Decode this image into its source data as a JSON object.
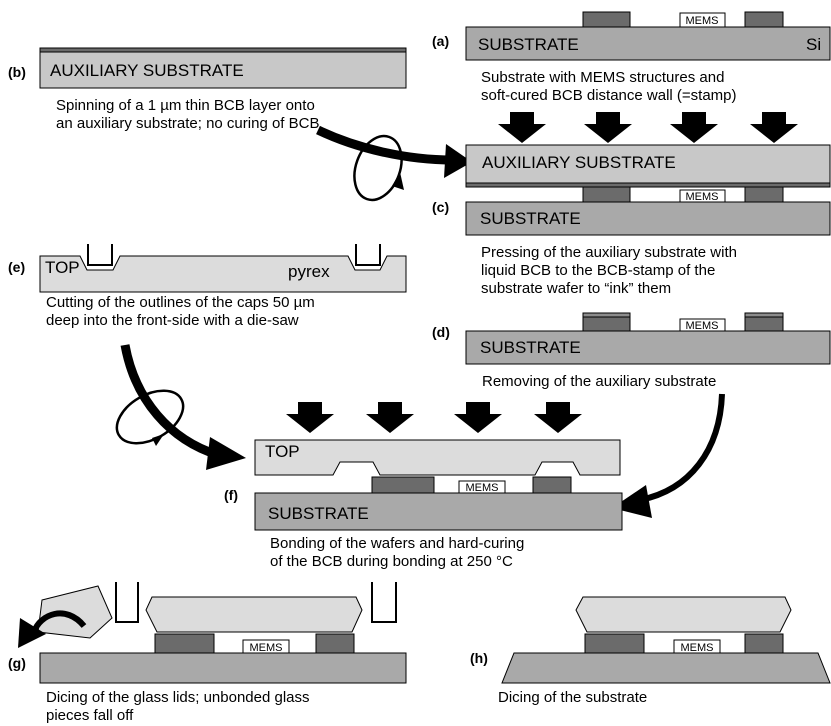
{
  "colors": {
    "substrate": "#a9a9a9",
    "pad": "#6b6b6b",
    "glass": "#dcdcdc",
    "aux": "#c8c8c8",
    "arrow": "#000000",
    "mems": "#ffffff"
  },
  "labels": {
    "substrate": "SUBSTRATE",
    "si": "Si",
    "aux": "AUXILIARY SUBSTRATE",
    "top": "TOP",
    "pyrex": "pyrex",
    "mems": "MEMS"
  },
  "steps": {
    "a": {
      "tag": "(a)",
      "caption": [
        "Substrate with MEMS structures and",
        "soft-cured BCB distance wall (=stamp)"
      ]
    },
    "b": {
      "tag": "(b)",
      "caption": [
        "Spinning of a 1 µm thin BCB layer onto",
        "an auxiliary substrate; no curing of BCB"
      ]
    },
    "c": {
      "tag": "(c)",
      "caption": [
        "Pressing of the auxiliary substrate with",
        "liquid BCB to the BCB-stamp of the",
        "substrate wafer to “ink” them"
      ]
    },
    "d": {
      "tag": "(d)",
      "caption": [
        "Removing of the auxiliary substrate"
      ]
    },
    "e": {
      "tag": "(e)",
      "caption": [
        "Cutting of the outlines of the caps 50 µm",
        "deep into the front-side with a die-saw"
      ]
    },
    "f": {
      "tag": "(f)",
      "caption": [
        "Bonding of the wafers and hard-curing",
        "of the BCB during bonding at 250 °C"
      ]
    },
    "g": {
      "tag": "(g)",
      "caption": [
        "Dicing of the glass lids; unbonded glass",
        "pieces fall off"
      ]
    },
    "h": {
      "tag": "(h)",
      "caption": [
        "Dicing of the substrate"
      ]
    }
  }
}
